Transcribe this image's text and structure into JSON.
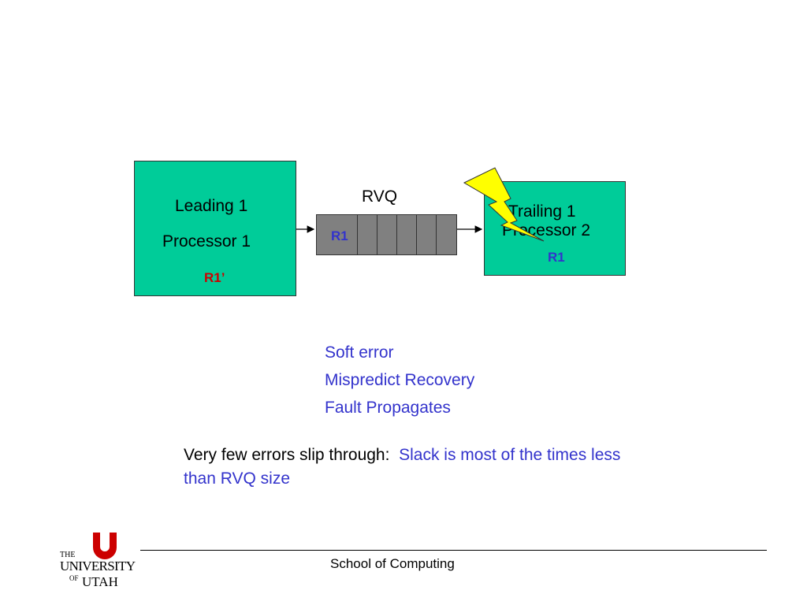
{
  "leading_processor": {
    "line1": "Leading 1",
    "line2": "Processor 1",
    "register": "R1’"
  },
  "rvq": {
    "label": "RVQ",
    "first_entry": "R1"
  },
  "trailing_processor": {
    "line1": "Trailing 1",
    "line2": "Processor 2",
    "register": "R1"
  },
  "error_effects": [
    "Soft error",
    "Mispredict Recovery",
    "Fault Propagates"
  ],
  "note": {
    "prefix": "Very few errors slip through:",
    "highlight": "Slack is most of the times less than RVQ size"
  },
  "footer": {
    "text": "School of Computing"
  },
  "logo": {
    "the": "THE",
    "university": "UNIVERSITY",
    "of": "OF",
    "utah": "UTAH"
  },
  "colors": {
    "processor_fill": "#00cc99",
    "queue_fill": "#808080",
    "accent_blue": "#3333cc",
    "register_red": "#cc0000",
    "lightning_fill": "#ffff00",
    "logo_red": "#cc0000"
  }
}
